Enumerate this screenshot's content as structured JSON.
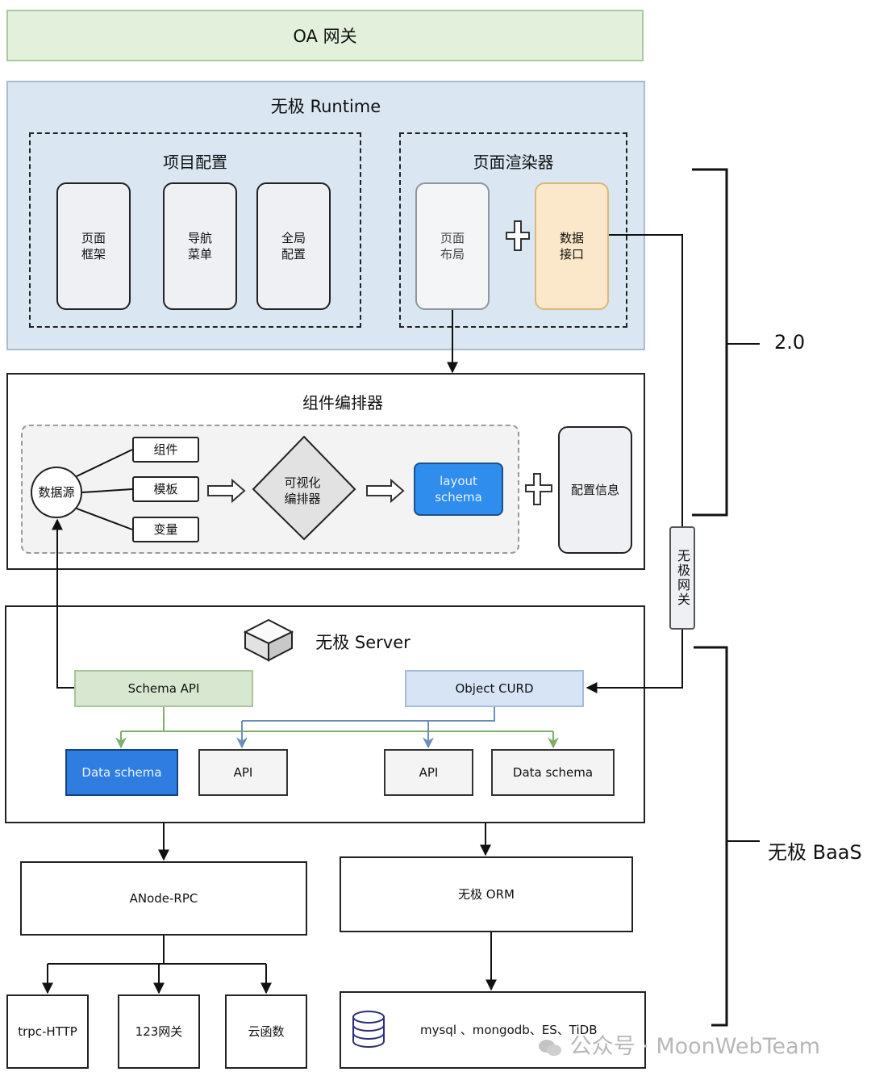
{
  "oa_gateway": {
    "label": "OA 网关",
    "color": "#e3f1dc"
  },
  "runtime": {
    "title": "无极 Runtime",
    "color": "#dae6f2",
    "project_config": {
      "title": "项目配置",
      "items": [
        {
          "line1": "页面",
          "line2": "框架"
        },
        {
          "line1": "导航",
          "line2": "菜单"
        },
        {
          "line1": "全局",
          "line2": "配置"
        }
      ]
    },
    "page_renderer": {
      "title": "页面渲染器",
      "layout": {
        "line1": "页面",
        "line2": "布局"
      },
      "plus": "+",
      "data_api": {
        "line1": "数据",
        "line2": "接口",
        "color": "#fbe7c9"
      }
    }
  },
  "orchestrator": {
    "title": "组件编排器",
    "datasource": "数据源",
    "sources": [
      "组件",
      "模板",
      "变量"
    ],
    "visual_editor": {
      "line1": "可视化",
      "line2": "编排器"
    },
    "layout_schema": {
      "line1": "layout",
      "line2": "schema",
      "color": "#2f8ded"
    },
    "plus": "+",
    "config_info": "配置信息"
  },
  "gateway_vertical": "无极网关",
  "server": {
    "title": "无极 Server",
    "schema_api": {
      "label": "Schema API",
      "color": "#d8e8d0"
    },
    "object_curd": {
      "label": "Object CURD",
      "color": "#d6e4f5"
    },
    "targets": [
      {
        "label": "Data schema",
        "highlight": true
      },
      {
        "label": "API",
        "highlight": false
      },
      {
        "label": "API",
        "highlight": false
      },
      {
        "label": "Data schema",
        "highlight": false
      }
    ]
  },
  "anode_rpc": {
    "label": "ANode-RPC",
    "children": [
      "trpc-HTTP",
      "123网关",
      "云函数"
    ]
  },
  "orm": {
    "label": "无极 ORM"
  },
  "databases": {
    "label": "mysql 、mongodb、ES、TiDB"
  },
  "brackets": {
    "v2": "2.0",
    "baas": "无极 BaaS"
  },
  "watermark": "公众号 · MoonWebTeam"
}
